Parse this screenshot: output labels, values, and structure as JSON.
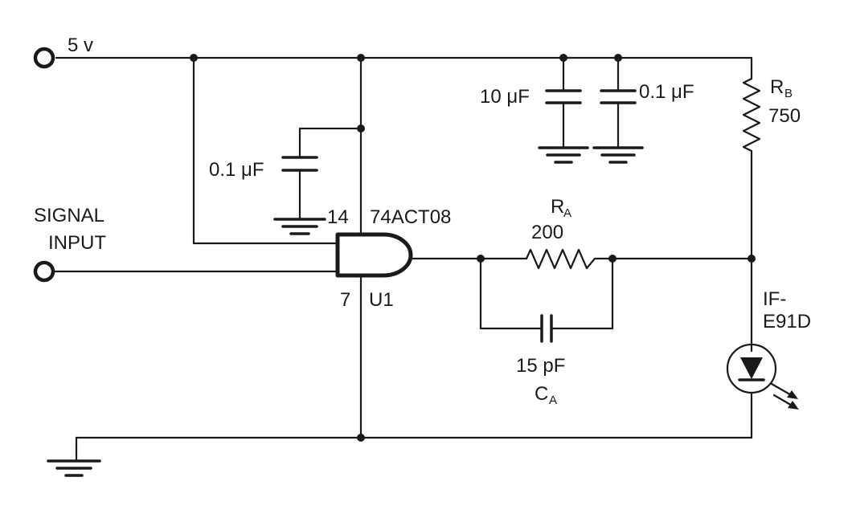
{
  "labels": {
    "supply": "5 v",
    "signal_line1": "SIGNAL",
    "signal_line2": "INPUT",
    "cap_decouple_10uf": "10 μF",
    "cap_decouple_01uf": "0.1 μF",
    "cap_ic": "0.1 μF",
    "pin_vcc": "14",
    "pin_gnd": "7",
    "ic_part": "74ACT08",
    "ic_ref": "U1",
    "ra_letter": "R",
    "ra_sub": "A",
    "ra_value": "200",
    "rb_letter": "R",
    "rb_sub": "B",
    "rb_value": "750",
    "ca_value": "15 pF",
    "ca_letter": "C",
    "ca_sub": "A",
    "led_line1": "IF-",
    "led_line2": "E91D"
  }
}
